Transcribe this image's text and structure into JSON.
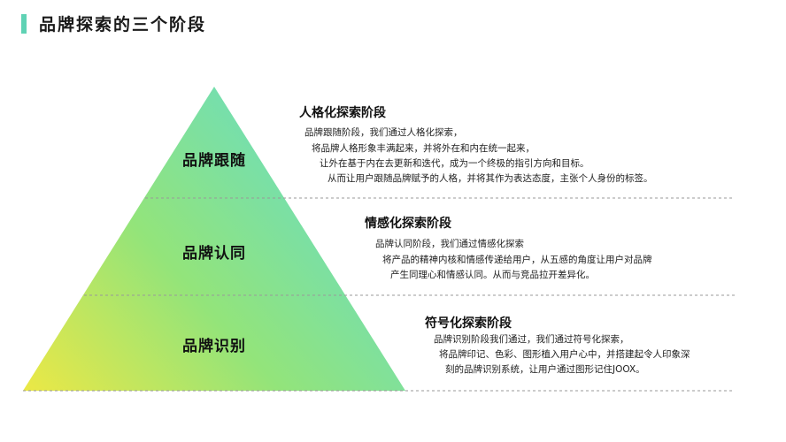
{
  "page": {
    "title": "品牌探索的三个阶段"
  },
  "pyramid": {
    "levels": [
      {
        "label": "品牌跟随"
      },
      {
        "label": "品牌认同"
      },
      {
        "label": "品牌识别"
      }
    ],
    "gradient": {
      "left": "#ece845",
      "top": "#93e47a",
      "right": "#66dcc8"
    }
  },
  "stages": [
    {
      "heading": "人格化探索阶段",
      "lines": [
        "品牌跟随阶段，我们通过人格化探索，",
        "将品牌人格形象丰满起来，并将外在和内在统一起来，",
        "让外在基于内在去更新和迭代，成为一个终极的指引方向和目标。",
        "从而让用户跟随品牌赋予的人格，并将其作为表达态度，主张个人身份的标签。"
      ]
    },
    {
      "heading": "情感化探索阶段",
      "lines": [
        "品牌认同阶段，我们通过情感化探索",
        "将产品的精神内核和情感传递给用户，从五感的角度让用户对品牌",
        "产生同理心和情感认同。从而与竞品拉开差异化。"
      ]
    },
    {
      "heading": "符号化探索阶段",
      "lines": [
        "品牌识别阶段我们通过，我们通过符号化探索，",
        "将品牌印记、色彩、图形植入用户心中，并搭建起令人印象深",
        "刻的品牌识别系统，让用户通过图形记住JOOX。"
      ]
    }
  ]
}
